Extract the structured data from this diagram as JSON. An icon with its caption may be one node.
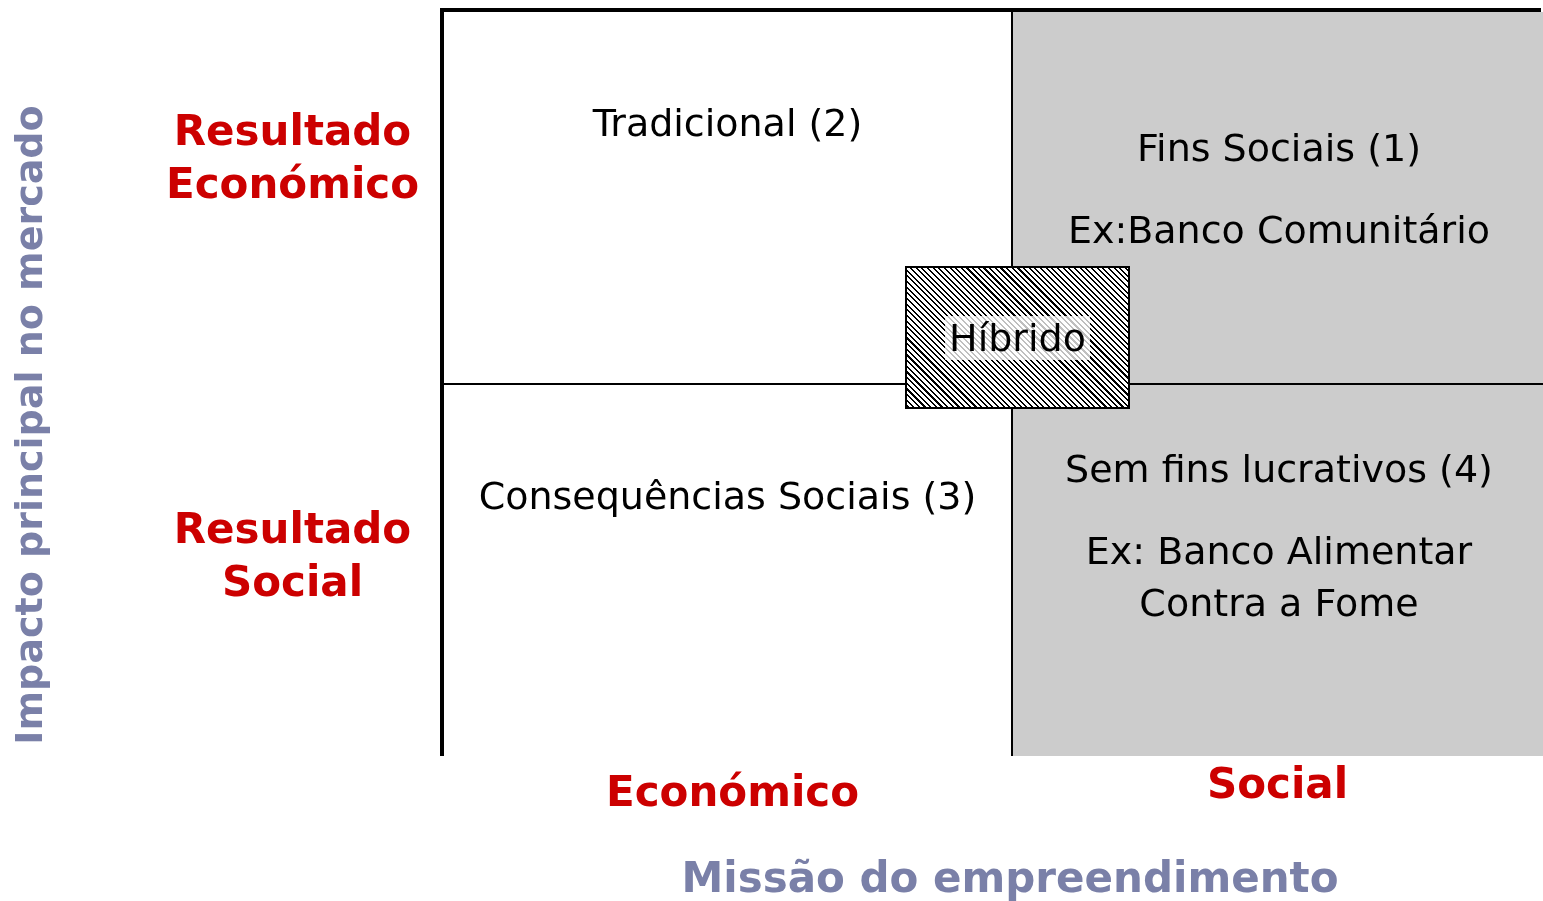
{
  "diagram": {
    "nodes": [
      {
        "text": [
          "Tradicional (2)"
        ]
      },
      {
        "text": [
          "Fins Sociais (1)",
          "Ex:Banco Comunitário"
        ]
      },
      {
        "text": [
          "Consequências Sociais (3)"
        ]
      },
      {
        "text": [
          "Sem fins lucrativos (4)",
          "Ex: Banco Alimentar Contra a Fome"
        ]
      },
      {
        "text": [
          "Híbrido"
        ]
      }
    ],
    "labels": [
      "Impacto principal no mercado",
      "Resultado Económico",
      "Resultado Social",
      "Económico",
      "Social",
      "Missão do empreendimento"
    ]
  }
}
